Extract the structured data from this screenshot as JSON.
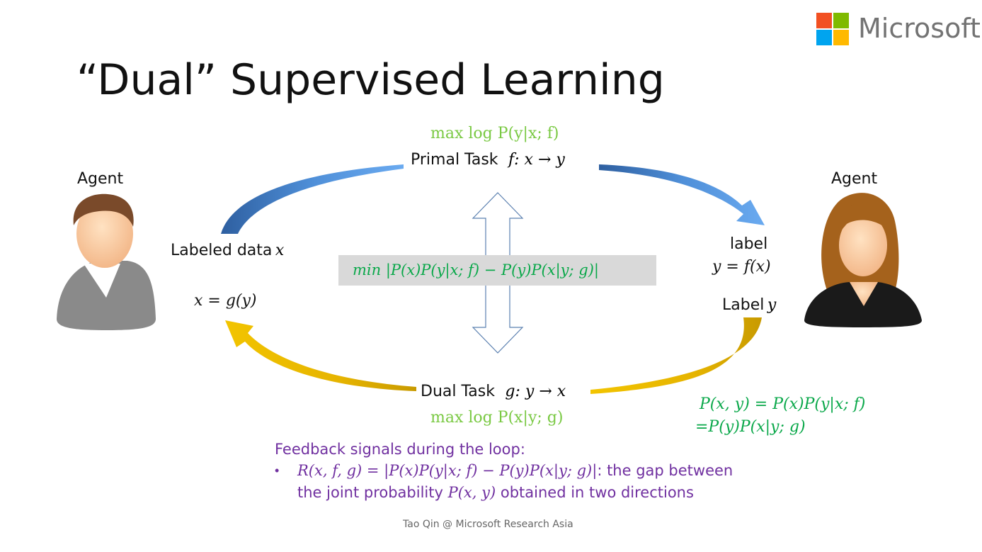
{
  "brand": {
    "name": "Microsoft"
  },
  "title": "“Dual” Supervised Learning",
  "left_agent": {
    "label": "Agent"
  },
  "right_agent": {
    "label": "Agent"
  },
  "primal": {
    "objective": "max log P(y|x; f)",
    "task_label": "Primal Task",
    "task_math": "f: x → y"
  },
  "dual": {
    "objective": "max log P(x|y; g)",
    "task_label": "Dual Task",
    "task_math": "g: y → x"
  },
  "left_side": {
    "labeled_data": "Labeled data",
    "labeled_var": "x",
    "eq": "x = g(y)"
  },
  "right_side": {
    "label_word": "label",
    "eq": "y = f(x)",
    "label_y": "Label",
    "label_y_var": "y"
  },
  "constraint": "min |P(x)P(y|x; f) − P(y)P(x|y; g)|",
  "joint": {
    "line1": "P(x, y) = P(x)P(y|x; f)",
    "line2": "=P(y)P(x|y; g)"
  },
  "feedback": {
    "heading": "Feedback signals during the loop:",
    "bullet": "•",
    "formula": "R(x, f, g) = |P(x)P(y|x; f) − P(y)P(x|y; g)|",
    "text1": ": the gap between",
    "text2a": "the joint probability ",
    "text2_math": "P(x, y)",
    "text2b": " obtained in two directions"
  },
  "footer": "Tao Qin @ Microsoft Research Asia",
  "colors": {
    "blue_arrow": "#3f7fc4",
    "gold_arrow": "#e6b400",
    "green_light": "#7ac943",
    "green_dark": "#0aa84a",
    "purple": "#7030a0",
    "ms_red": "#f25022",
    "ms_green": "#7fba00",
    "ms_blue": "#00a4ef",
    "ms_yellow": "#ffb900"
  }
}
